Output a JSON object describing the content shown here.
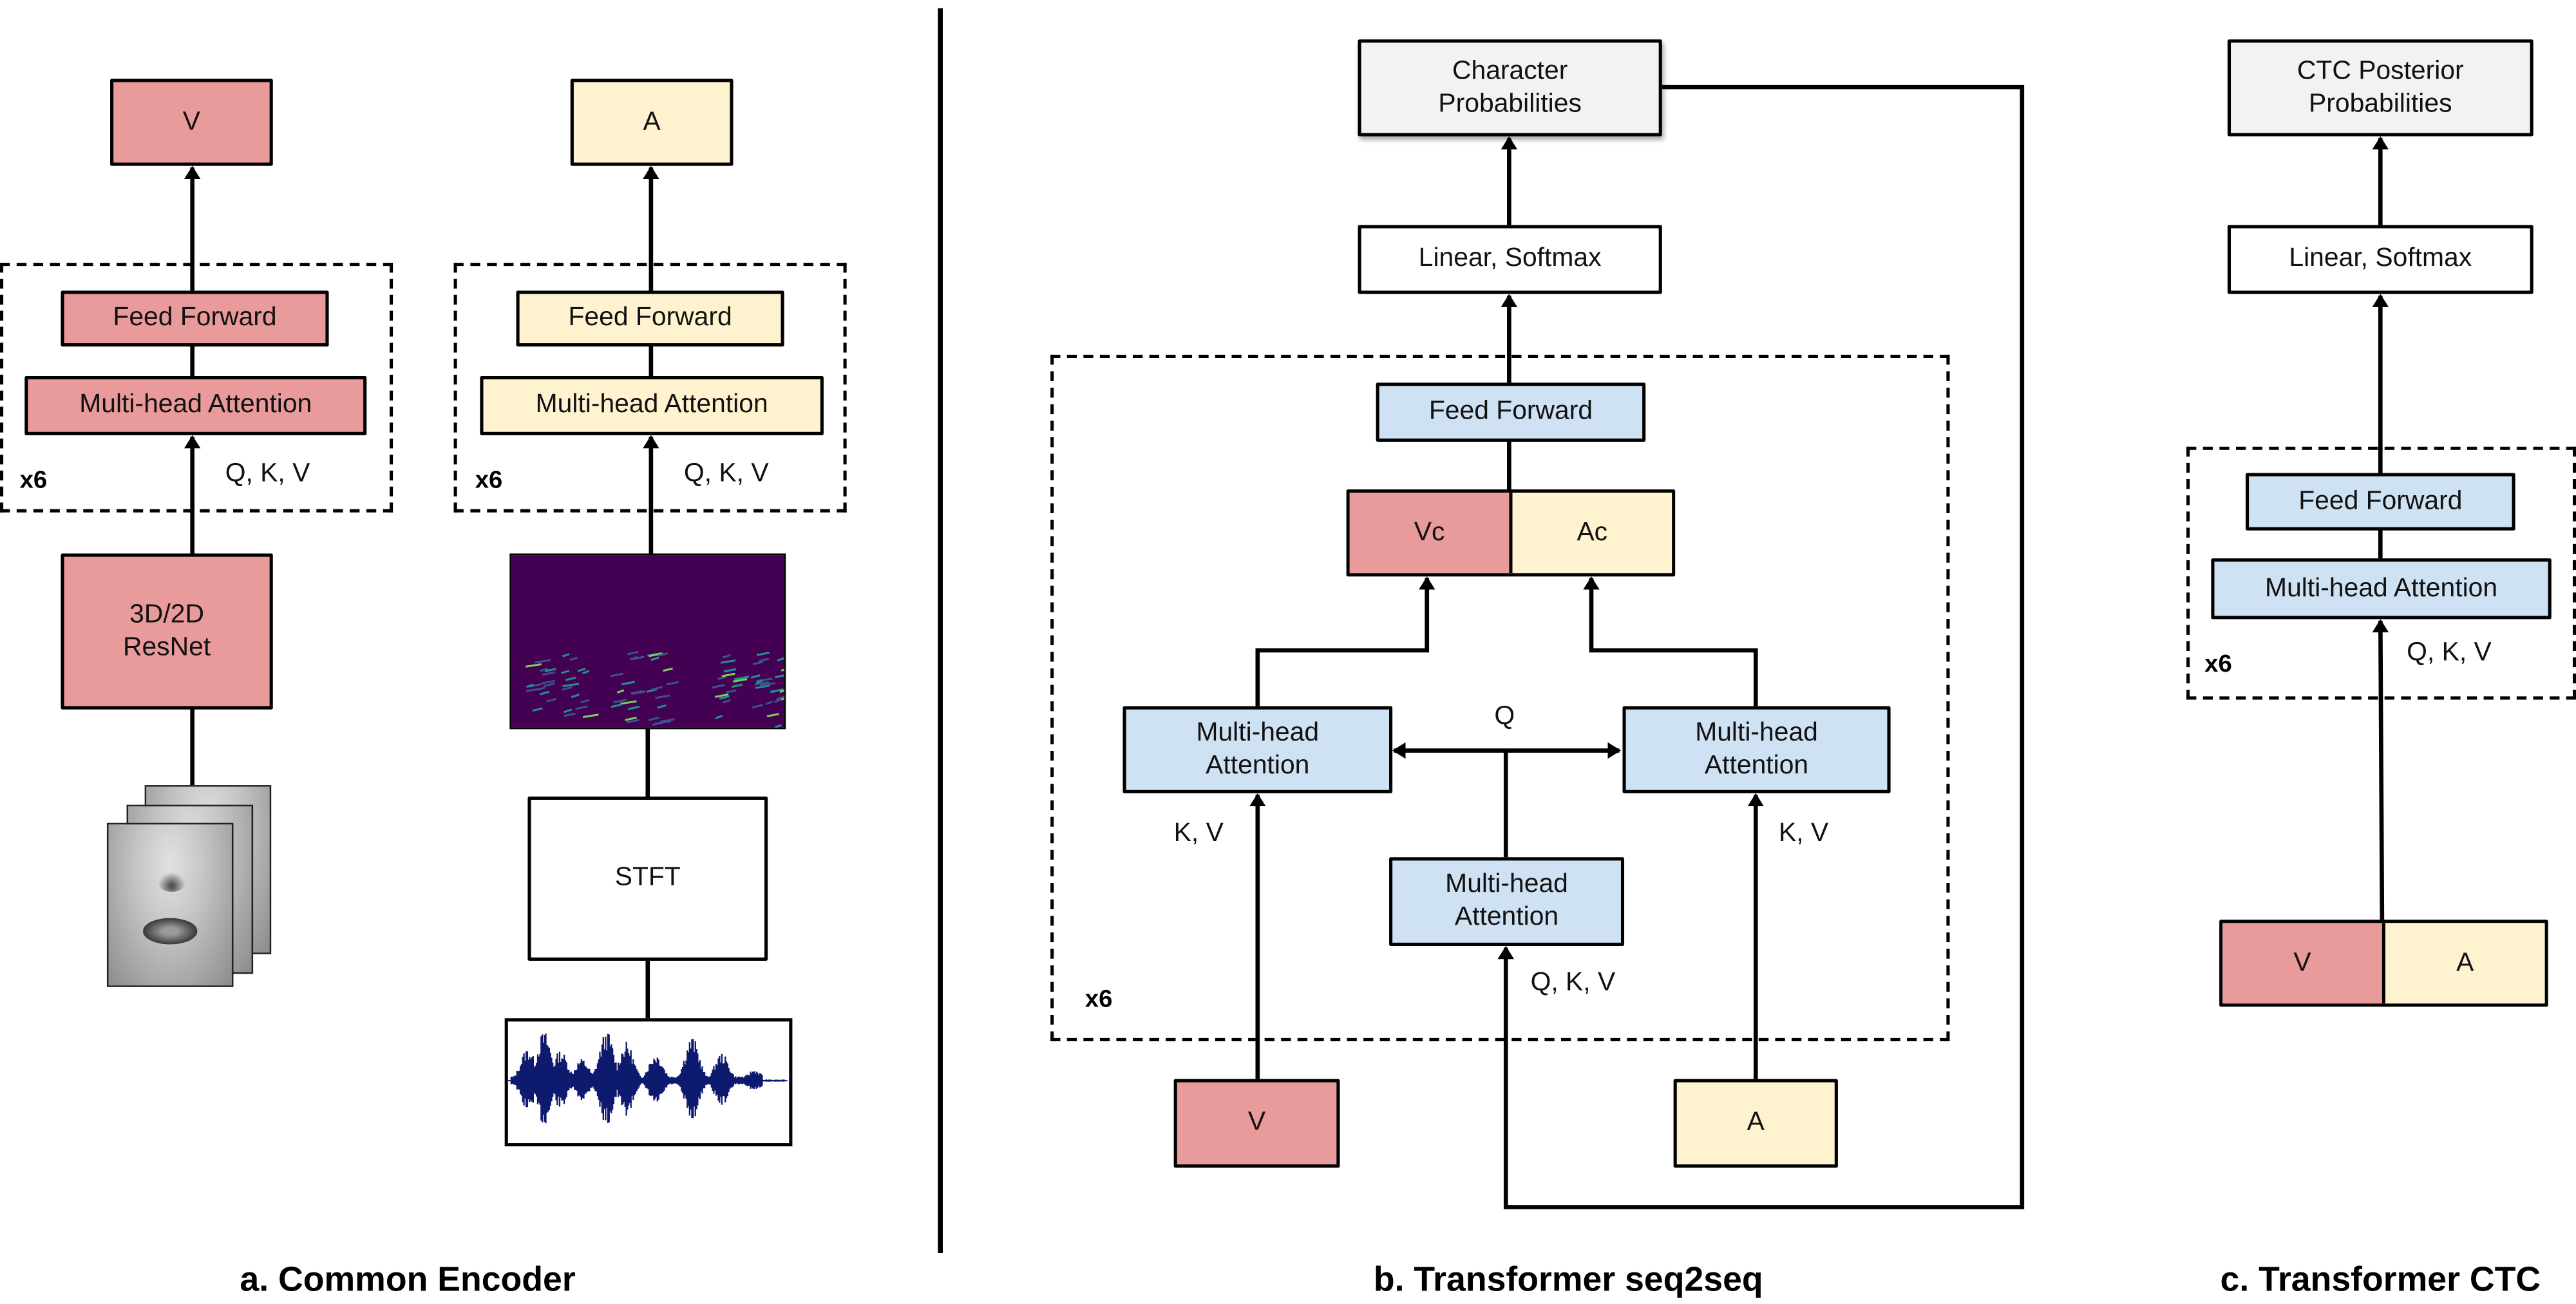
{
  "panels": {
    "a": {
      "caption": "a. Common Encoder",
      "visual": {
        "output_label": "V",
        "feed_forward": "Feed Forward",
        "attention": "Multi-head Attention",
        "repeat": "x6",
        "attention_inputs": "Q, K, V",
        "frontend": "3D/2D\nResNet",
        "input": "lip-frames-image"
      },
      "audio": {
        "output_label": "A",
        "feed_forward": "Feed Forward",
        "attention": "Multi-head Attention",
        "repeat": "x6",
        "attention_inputs": "Q, K, V",
        "spectrogram": "spectrogram-image",
        "transform": "STFT",
        "input": "waveform-image"
      }
    },
    "b": {
      "caption": "b. Transformer seq2seq",
      "output": "Character\nProbabilities",
      "linear": "Linear, Softmax",
      "feed_forward": "Feed Forward",
      "vc": "Vc",
      "ac": "Ac",
      "attention_left": "Multi-head\nAttention",
      "attention_right": "Multi-head\nAttention",
      "attention_center": "Multi-head\nAttention",
      "q_label": "Q",
      "kv_left": "K, V",
      "kv_right": "K, V",
      "qkv_center": "Q, K, V",
      "repeat": "x6",
      "input_v": "V",
      "input_a": "A"
    },
    "c": {
      "caption": "c. Transformer CTC",
      "output": "CTC Posterior\nProbabilities",
      "linear": "Linear, Softmax",
      "feed_forward": "Feed Forward",
      "attention": "Multi-head Attention",
      "qkv": "Q, K, V",
      "repeat": "x6",
      "input_v": "V",
      "input_a": "A"
    }
  },
  "colors": {
    "video": "#e99a9a",
    "audio": "#fff2cf",
    "transformer": "#cfe2f3",
    "output": "#f2f2f2",
    "spectrogram_bg": "#440154"
  }
}
